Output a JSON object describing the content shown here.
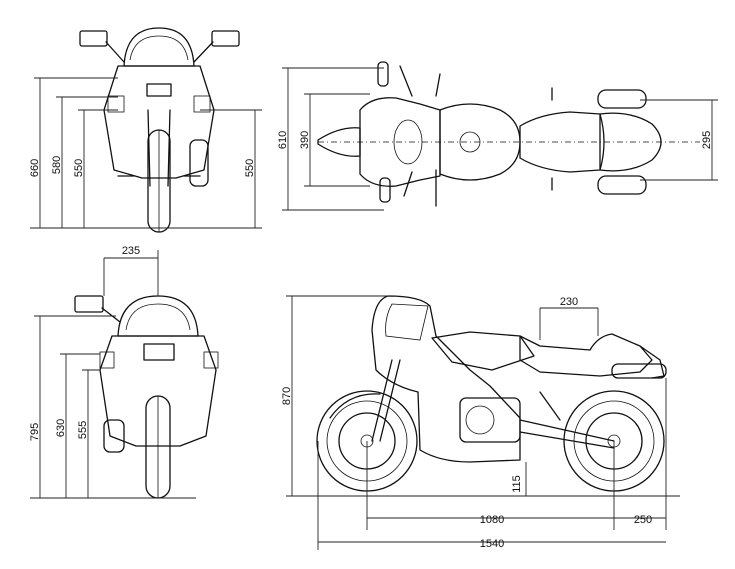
{
  "front_view": {
    "d660": "660",
    "d580": "580",
    "d550_left": "550",
    "d550_right": "550"
  },
  "top_view": {
    "d610": "610",
    "d390": "390",
    "d295": "295"
  },
  "rear_view": {
    "d235": "235",
    "d795": "795",
    "d630": "630",
    "d555": "555"
  },
  "side_view": {
    "d230": "230",
    "d870": "870",
    "d115": "115",
    "d1080": "1080",
    "d250": "250",
    "d1540": "1540"
  }
}
